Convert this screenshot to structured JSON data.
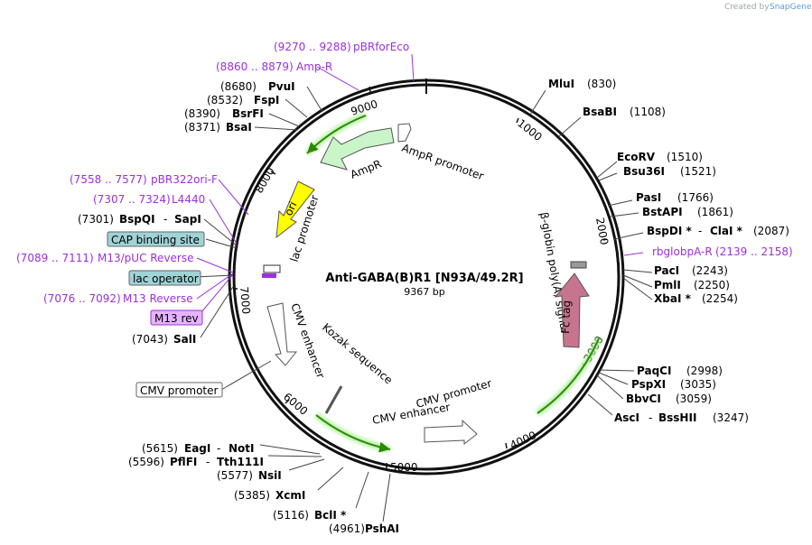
{
  "header": {
    "created_by": "Created by",
    "brand": "SnapGene"
  },
  "plasmid": {
    "name": "Anti-GABA(B)R1 [N93A/49.2R]",
    "size": "9367 bp"
  },
  "ticks": [
    "1000",
    "2000",
    "3000",
    "4000",
    "5000",
    "6000",
    "7000",
    "8000",
    "9000"
  ],
  "sites": {
    "mlui": {
      "name": "MluI",
      "pos": "(830)"
    },
    "bsabi": {
      "name": "BsaBI",
      "pos": "(1108)"
    },
    "ecorv": {
      "name": "EcoRV",
      "pos": "(1510)"
    },
    "bsu36i": {
      "name": "Bsu36I",
      "pos": "(1521)"
    },
    "pasi": {
      "name": "PasI",
      "pos": "(1766)"
    },
    "bstapi": {
      "name": "BstAPI",
      "pos": "(1861)"
    },
    "bspdi": {
      "name": "BspDI *",
      "sep": "-",
      "name2": "ClaI *",
      "pos": "(2087)"
    },
    "paci": {
      "name": "PacI",
      "pos": "(2243)"
    },
    "pmli": {
      "name": "PmlI",
      "pos": "(2250)"
    },
    "xbai": {
      "name": "XbaI *",
      "pos": "(2254)"
    },
    "paqci": {
      "name": "PaqCI",
      "pos": "(2998)"
    },
    "pspxi": {
      "name": "PspXI",
      "pos": "(3035)"
    },
    "bbvci": {
      "name": "BbvCI",
      "pos": "(3059)"
    },
    "asci": {
      "name": "AscI",
      "sep": "-",
      "name2": "BssHII",
      "pos": "(3247)"
    },
    "pshai": {
      "name": "PshAI",
      "pos": "(4961)"
    },
    "bcli": {
      "name": "BclI *",
      "pos": "(5116)"
    },
    "xcmi": {
      "name": "XcmI",
      "pos": "(5385)"
    },
    "nsii": {
      "name": "NsiI",
      "pos": "(5577)"
    },
    "pflfi": {
      "name": "PflFI",
      "sep": "-",
      "name2": "Tth111I",
      "pos": "(5596)"
    },
    "eagi": {
      "name": "EagI",
      "sep": "-",
      "name2": "NotI",
      "pos": "(5615)"
    },
    "sali": {
      "name": "SalI",
      "pos": "(7043)"
    },
    "bspqi": {
      "name": "BspQI",
      "sep": "-",
      "name2": "SapI",
      "pos": "(7301)"
    },
    "bsai": {
      "name": "BsaI",
      "pos": "(8371)"
    },
    "bsrfi": {
      "name": "BsrFI",
      "pos": "(8390)"
    },
    "fspi": {
      "name": "FspI",
      "pos": "(8532)"
    },
    "pvui": {
      "name": "PvuI",
      "pos": "(8680)"
    }
  },
  "primers": {
    "pbrforeco": {
      "name": "pBRforEco",
      "range": "(9270 .. 9288)"
    },
    "ampr": {
      "name": "Amp-R",
      "range": "(8860 .. 8879)"
    },
    "pbr322ori": {
      "name": "pBR322ori-F",
      "range": "(7558 .. 7577)"
    },
    "l4440": {
      "name": "L4440",
      "range": "(7307 .. 7324)"
    },
    "m13puc": {
      "name": "M13/pUC Reverse",
      "range": "(7089 .. 7111)"
    },
    "m13rev_primer": {
      "name": "M13 Reverse",
      "range": "(7076 .. 7092)"
    },
    "rbglobpa": {
      "name": "rbglobpA-R",
      "range": "(2139 .. 2158)"
    }
  },
  "boxes": {
    "cap": "CAP binding site",
    "lacop": "lac operator",
    "m13rev": "M13 rev",
    "cmvprom": "CMV promoter"
  },
  "features": {
    "ampr_promoter": "AmpR promoter",
    "ampr": "AmpR",
    "ori": "ori",
    "lac_promoter": "lac promoter",
    "cmv_enhancer_left": "CMV enhancer",
    "kozak": "Kozak sequence",
    "cmv_promoter_bottom": "CMV promoter",
    "cmv_enhancer_bottom": "CMV enhancer",
    "beta_globin": "β-globin poly(A) signal",
    "fc_tag": "Fc tag"
  },
  "colors": {
    "primer": "#9b30d9",
    "ampr_fill": "#c9f5c9",
    "ori_fill": "#ffff00",
    "fc_fill": "#c7758f",
    "cap_fill": "#9fd3d6",
    "m13_fill": "#e6b3ff",
    "orf_green": "#2a8a00"
  }
}
